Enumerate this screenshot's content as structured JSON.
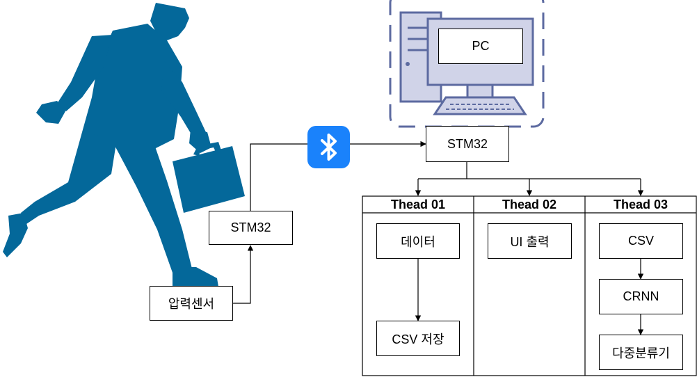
{
  "pc": {
    "label": "PC"
  },
  "sensor": {
    "label": "압력센서"
  },
  "mcu_left": {
    "label": "STM32"
  },
  "mcu_right": {
    "label": "STM32"
  },
  "threads": [
    {
      "title": "Thead 01",
      "steps": [
        "데이터",
        "CSV 저장"
      ]
    },
    {
      "title": "Thead 02",
      "steps": [
        "UI 출력"
      ]
    },
    {
      "title": "Thead 03",
      "steps": [
        "CSV",
        "CRNN",
        "다중분류기"
      ]
    }
  ],
  "colors": {
    "person": "#04689a",
    "bluetooth": "#1a82fb",
    "computer": "#5c6aa0",
    "computer_fill": "#d0d3e8"
  },
  "icons": [
    "businessman-walking-icon",
    "bluetooth-icon",
    "desktop-computer-icon"
  ]
}
